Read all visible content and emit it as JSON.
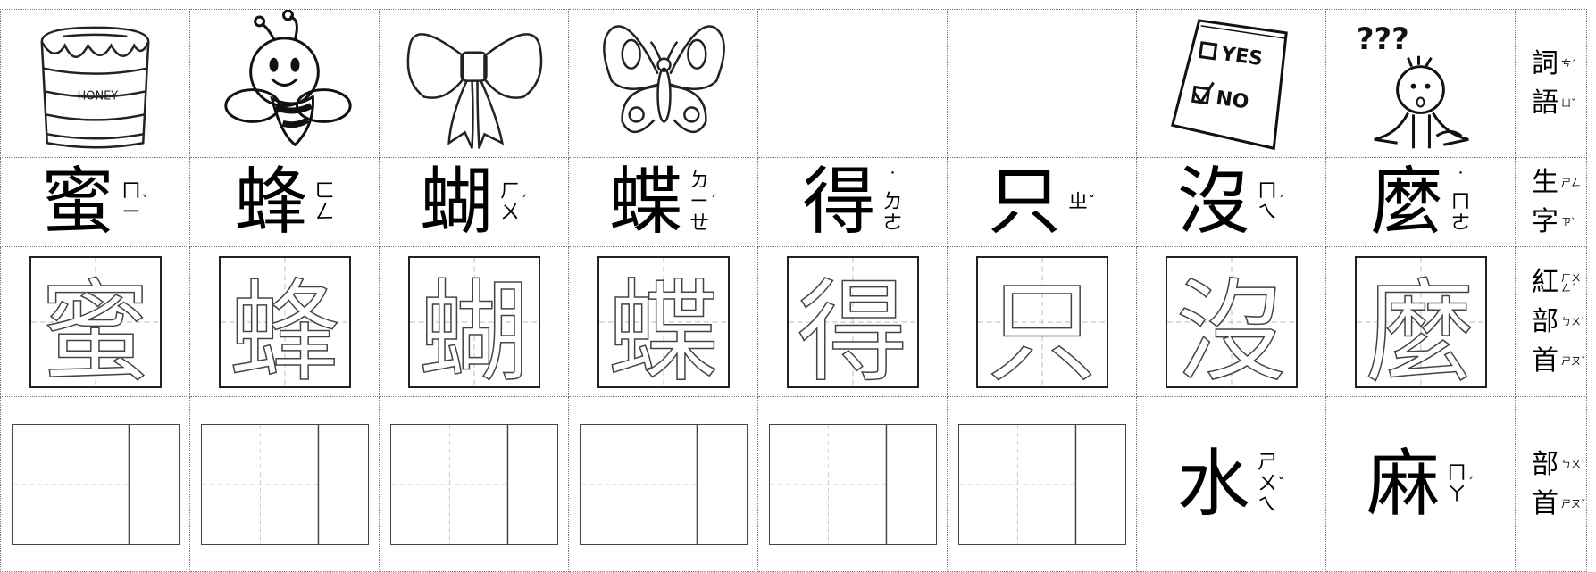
{
  "columns": [
    {
      "char": "蜜",
      "zhuyin": [
        "ㄇ",
        "ㄧ"
      ],
      "tone": "ˋ",
      "picture": "honey-pot",
      "picture_text": "HONEY"
    },
    {
      "char": "蜂",
      "zhuyin": [
        "ㄈ",
        "ㄥ"
      ],
      "tone": "",
      "picture": "bee"
    },
    {
      "char": "蝴",
      "zhuyin": [
        "ㄏ",
        "ㄨ"
      ],
      "tone": "ˊ",
      "picture": "bow"
    },
    {
      "char": "蝶",
      "zhuyin": [
        "ㄉ",
        "ㄧ",
        "ㄝ"
      ],
      "tone": "ˊ",
      "picture": "butterfly"
    },
    {
      "char": "得",
      "zhuyin": [
        "˙",
        "ㄉ",
        "ㄜ"
      ],
      "tone": "",
      "picture": ""
    },
    {
      "char": "只",
      "zhuyin": [
        "ㄓ"
      ],
      "tone": "ˇ",
      "picture": ""
    },
    {
      "char": "沒",
      "zhuyin": [
        "ㄇ",
        "ㄟ"
      ],
      "tone": "ˊ",
      "picture": "checklist",
      "picture_text": [
        "YES",
        "NO"
      ]
    },
    {
      "char": "麼",
      "zhuyin": [
        "˙",
        "ㄇ",
        "ㄜ"
      ],
      "tone": "",
      "picture": "confused-face",
      "picture_text": "???"
    }
  ],
  "radicals": [
    {
      "char": "水",
      "zhuyin": [
        "ㄕ",
        "ㄨ",
        "ㄟ"
      ],
      "tone": "ˇ"
    },
    {
      "char": "麻",
      "zhuyin": [
        "ㄇ",
        "ㄚ"
      ],
      "tone": "ˊ"
    }
  ],
  "row_labels": {
    "words": {
      "chars": [
        "詞",
        "語"
      ],
      "zhuyin": [
        "ㄘˊ",
        "ㄩˇ"
      ]
    },
    "new_chars": {
      "chars": [
        "生",
        "字"
      ],
      "zhuyin": [
        "ㄕㄥ",
        "ㄗˋ"
      ]
    },
    "red_radical": {
      "chars": [
        "紅",
        "部",
        "首"
      ],
      "zhuyin": [
        "ㄏㄨㄥˊ",
        "ㄅㄨˋ",
        "ㄕㄡˇ"
      ]
    },
    "radical": {
      "chars": [
        "部",
        "首"
      ],
      "zhuyin": [
        "ㄅㄨˋ",
        "ㄕㄡˇ"
      ]
    }
  }
}
